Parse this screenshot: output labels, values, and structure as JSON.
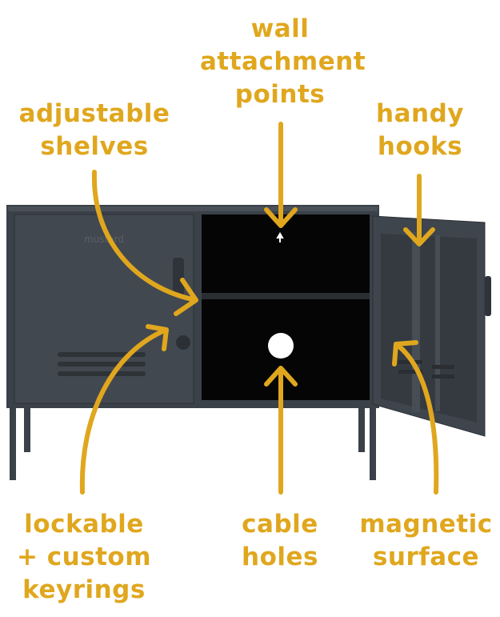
{
  "brand_logo": "mustard",
  "colors": {
    "accent": "#E0A71E",
    "cabinet": "#3b4149",
    "interior": "#050505"
  },
  "labels": {
    "wall": [
      "wall",
      "attachment",
      "points"
    ],
    "shelves": [
      "adjustable",
      "shelves"
    ],
    "hooks": [
      "handy",
      "hooks"
    ],
    "lockable": [
      "lockable",
      "+ custom",
      "keyrings"
    ],
    "cable": [
      "cable",
      "holes"
    ],
    "magnetic": [
      "magnetic",
      "surface"
    ]
  }
}
